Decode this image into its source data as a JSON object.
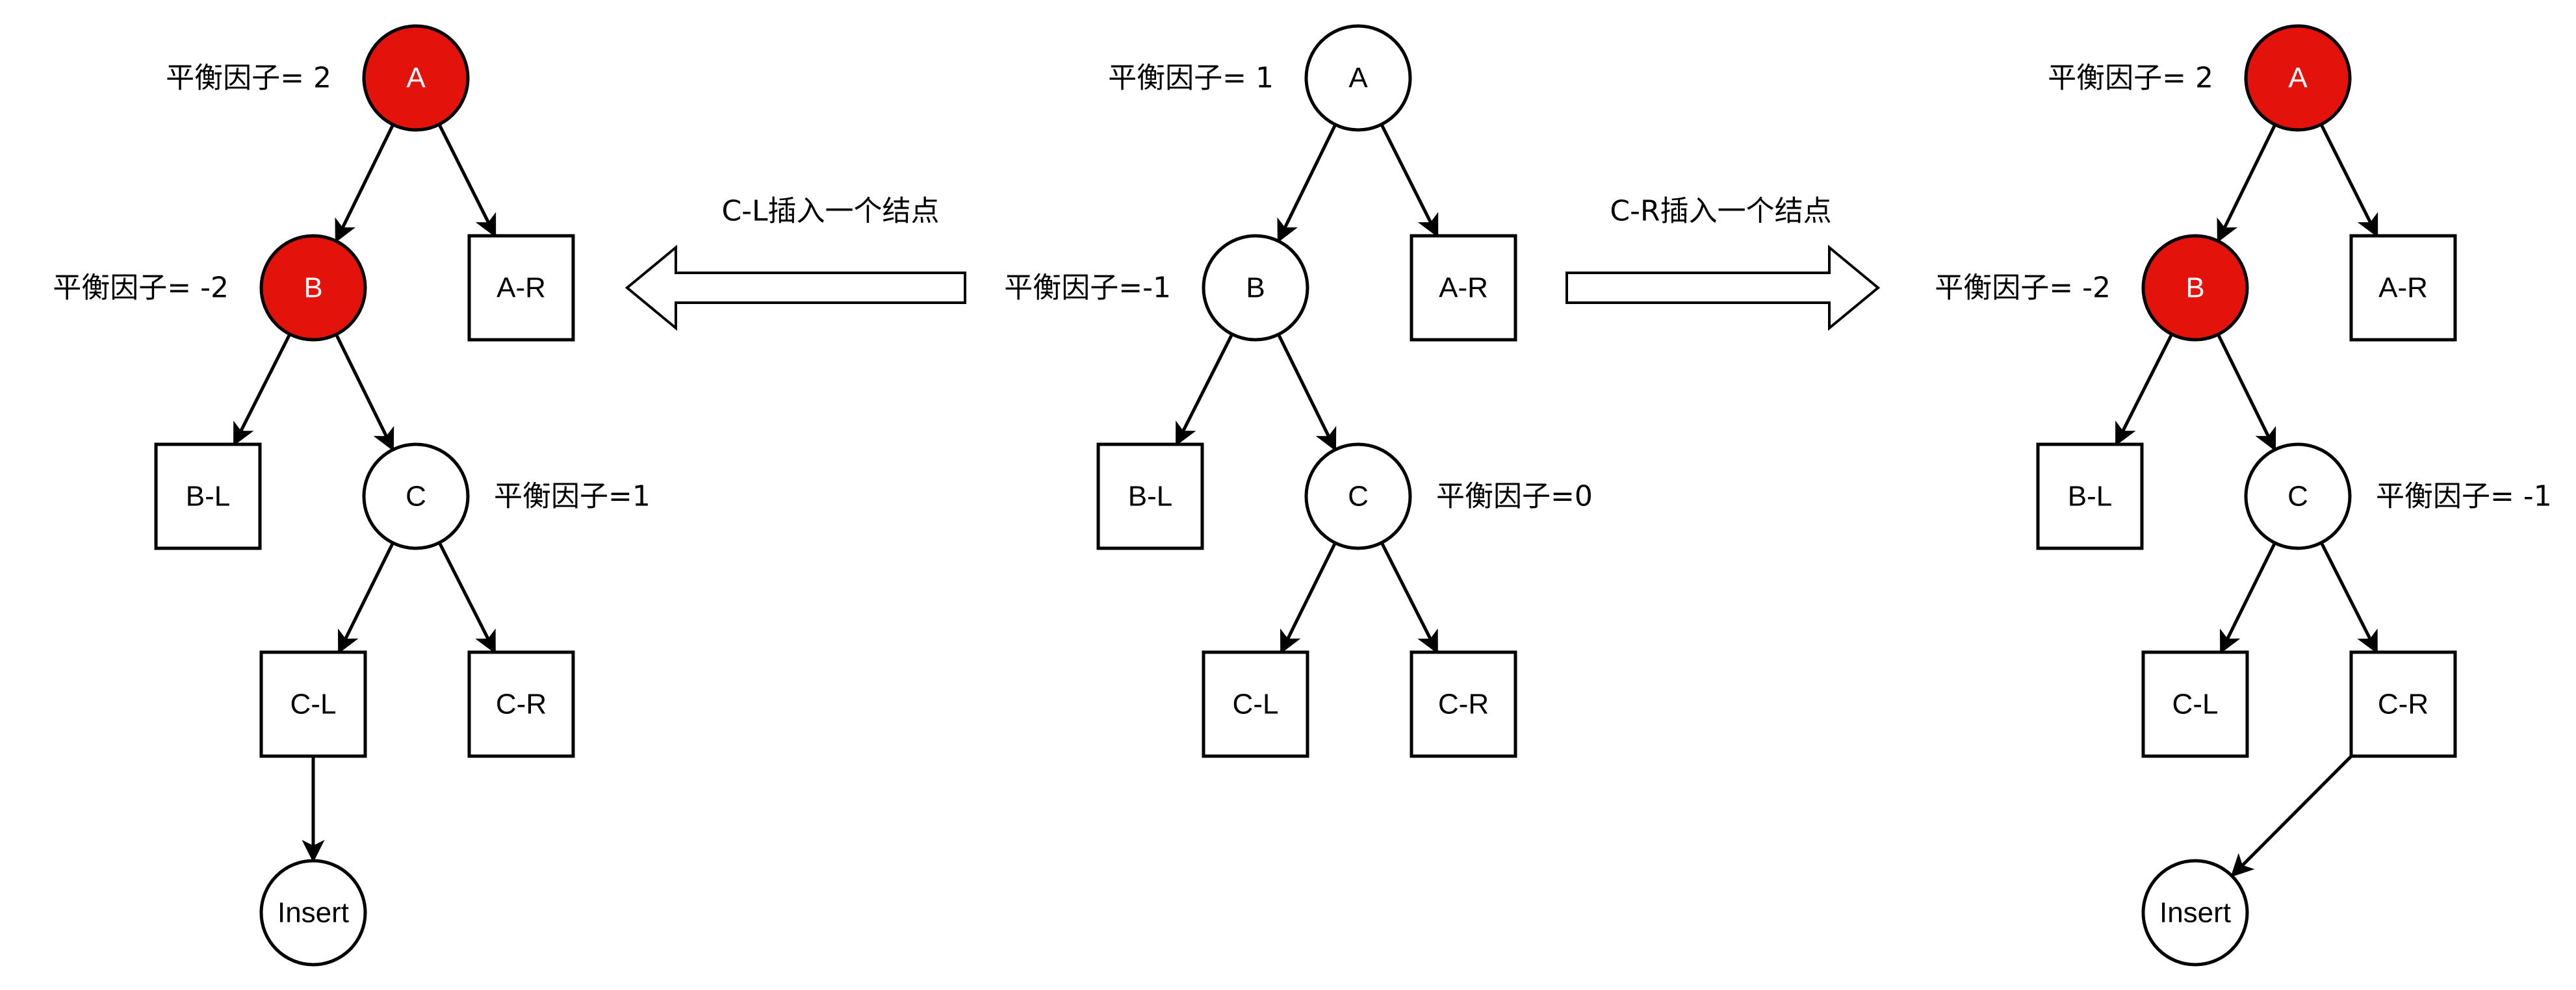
{
  "colors": {
    "highlight": "#e3120b",
    "normal": "#ffffff",
    "stroke": "#000000"
  },
  "arrows": {
    "left": {
      "label": "C-L插入一个结点"
    },
    "right": {
      "label": "C-R插入一个结点"
    }
  },
  "trees": [
    {
      "id": "left",
      "nodes": [
        {
          "id": "A",
          "label": "A",
          "shape": "circle",
          "highlight": true
        },
        {
          "id": "AR",
          "label": "A-R",
          "shape": "rect",
          "highlight": false
        },
        {
          "id": "B",
          "label": "B",
          "shape": "circle",
          "highlight": true
        },
        {
          "id": "BL",
          "label": "B-L",
          "shape": "rect",
          "highlight": false
        },
        {
          "id": "C",
          "label": "C",
          "shape": "circle",
          "highlight": false
        },
        {
          "id": "CL",
          "label": "C-L",
          "shape": "rect",
          "highlight": false
        },
        {
          "id": "CR",
          "label": "C-R",
          "shape": "rect",
          "highlight": false
        },
        {
          "id": "INS",
          "label": "Insert",
          "shape": "circle",
          "highlight": false
        }
      ],
      "edges": [
        [
          "A",
          "B"
        ],
        [
          "A",
          "AR"
        ],
        [
          "B",
          "BL"
        ],
        [
          "B",
          "C"
        ],
        [
          "C",
          "CL"
        ],
        [
          "C",
          "CR"
        ],
        [
          "CL",
          "INS"
        ]
      ],
      "balance_labels": [
        {
          "node": "A",
          "text": "平衡因子= 2"
        },
        {
          "node": "B",
          "text": "平衡因子= -2"
        },
        {
          "node": "C",
          "text": "平衡因子=1"
        }
      ]
    },
    {
      "id": "middle",
      "nodes": [
        {
          "id": "A",
          "label": "A",
          "shape": "circle",
          "highlight": false
        },
        {
          "id": "AR",
          "label": "A-R",
          "shape": "rect",
          "highlight": false
        },
        {
          "id": "B",
          "label": "B",
          "shape": "circle",
          "highlight": false
        },
        {
          "id": "BL",
          "label": "B-L",
          "shape": "rect",
          "highlight": false
        },
        {
          "id": "C",
          "label": "C",
          "shape": "circle",
          "highlight": false
        },
        {
          "id": "CL",
          "label": "C-L",
          "shape": "rect",
          "highlight": false
        },
        {
          "id": "CR",
          "label": "C-R",
          "shape": "rect",
          "highlight": false
        }
      ],
      "edges": [
        [
          "A",
          "B"
        ],
        [
          "A",
          "AR"
        ],
        [
          "B",
          "BL"
        ],
        [
          "B",
          "C"
        ],
        [
          "C",
          "CL"
        ],
        [
          "C",
          "CR"
        ]
      ],
      "balance_labels": [
        {
          "node": "A",
          "text": "平衡因子= 1"
        },
        {
          "node": "B",
          "text": "平衡因子=-1"
        },
        {
          "node": "C",
          "text": "平衡因子=0"
        }
      ]
    },
    {
      "id": "right",
      "nodes": [
        {
          "id": "A",
          "label": "A",
          "shape": "circle",
          "highlight": true
        },
        {
          "id": "AR",
          "label": "A-R",
          "shape": "rect",
          "highlight": false
        },
        {
          "id": "B",
          "label": "B",
          "shape": "circle",
          "highlight": true
        },
        {
          "id": "BL",
          "label": "B-L",
          "shape": "rect",
          "highlight": false
        },
        {
          "id": "C",
          "label": "C",
          "shape": "circle",
          "highlight": false
        },
        {
          "id": "CL",
          "label": "C-L",
          "shape": "rect",
          "highlight": false
        },
        {
          "id": "CR",
          "label": "C-R",
          "shape": "rect",
          "highlight": false
        },
        {
          "id": "INS",
          "label": "Insert",
          "shape": "circle",
          "highlight": false
        }
      ],
      "edges": [
        [
          "A",
          "B"
        ],
        [
          "A",
          "AR"
        ],
        [
          "B",
          "BL"
        ],
        [
          "B",
          "C"
        ],
        [
          "C",
          "CL"
        ],
        [
          "C",
          "CR"
        ],
        [
          "CR",
          "INS"
        ]
      ],
      "balance_labels": [
        {
          "node": "A",
          "text": "平衡因子= 2"
        },
        {
          "node": "B",
          "text": "平衡因子= -2"
        },
        {
          "node": "C",
          "text": "平衡因子= -1"
        }
      ]
    }
  ]
}
